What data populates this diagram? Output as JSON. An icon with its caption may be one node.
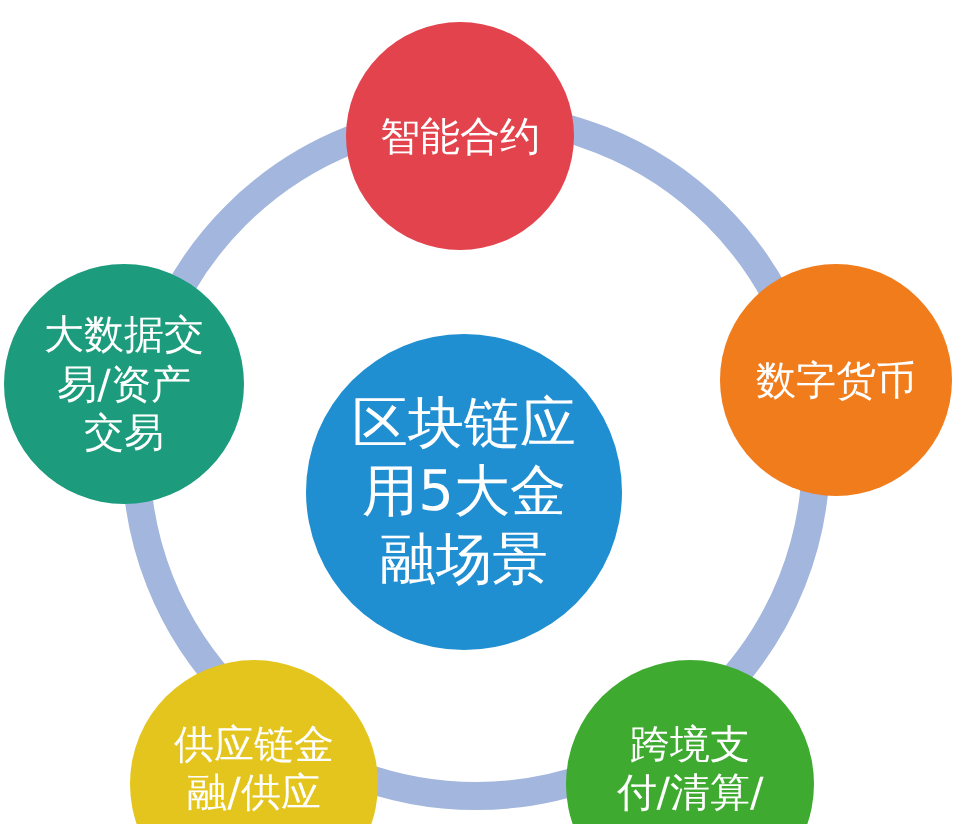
{
  "diagram": {
    "nodes": [
      {
        "text": [
          "智能合约"
        ]
      },
      {
        "text": [
          "大数据交易/资产交易"
        ]
      },
      {
        "text": [
          "区块链应用5大金融场景"
        ]
      },
      {
        "text": [
          "数字货币"
        ]
      },
      {
        "text": [
          "供应链金融/供应"
        ]
      },
      {
        "text": [
          "跨境支付/清算/"
        ]
      }
    ]
  }
}
